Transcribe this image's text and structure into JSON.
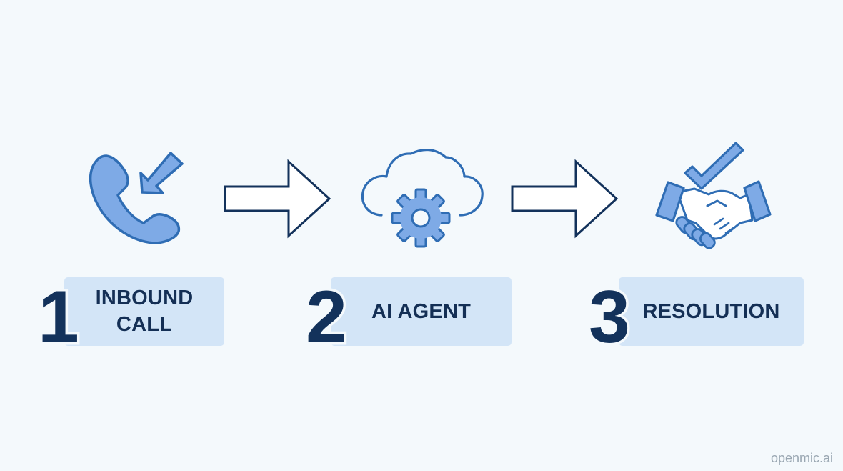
{
  "colors": {
    "background": "#f4f9fc",
    "icon_fill": "#7eaae6",
    "icon_stroke": "#2f6db4",
    "arrow_stroke": "#13325b",
    "number": "#13325b",
    "label_box": "#d3e5f7",
    "label_text": "#142f55",
    "watermark": "#9aa7b2"
  },
  "steps": [
    {
      "number": "1",
      "label_lines": [
        "INBOUND",
        "CALL"
      ],
      "icon": "inbound-phone-call-icon"
    },
    {
      "number": "2",
      "label_lines": [
        "AI AGENT"
      ],
      "icon": "cloud-gear-icon"
    },
    {
      "number": "3",
      "label_lines": [
        "RESOLUTION"
      ],
      "icon": "handshake-check-icon"
    }
  ],
  "connectors": [
    "right-arrow-icon",
    "right-arrow-icon"
  ],
  "watermark": "openmic.ai"
}
